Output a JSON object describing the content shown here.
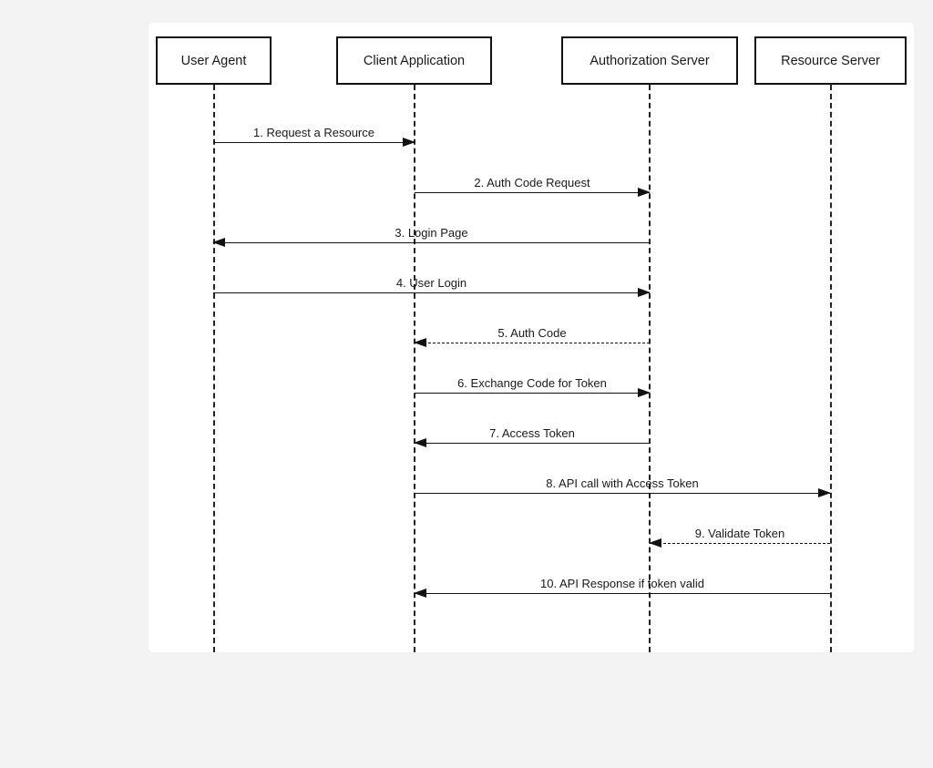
{
  "diagram": {
    "type": "sequence",
    "actors": [
      {
        "label": "User Agent"
      },
      {
        "label": "Client Application"
      },
      {
        "label": "Authorization Server"
      },
      {
        "label": "Resource Server"
      }
    ],
    "messages": [
      {
        "label": "1. Request a Resource",
        "from": "User Agent",
        "to": "Client Application",
        "line": "solid",
        "direction": "right"
      },
      {
        "label": "2. Auth Code Request",
        "from": "Client Application",
        "to": "Authorization Server",
        "line": "solid",
        "direction": "right"
      },
      {
        "label": "3. Login Page",
        "from": "Authorization Server",
        "to": "User Agent",
        "line": "solid",
        "direction": "left"
      },
      {
        "label": "4. User Login",
        "from": "User Agent",
        "to": "Authorization Server",
        "line": "solid",
        "direction": "right"
      },
      {
        "label": "5. Auth Code",
        "from": "Authorization Server",
        "to": "Client Application",
        "line": "dashed",
        "direction": "left"
      },
      {
        "label": "6. Exchange Code for Token",
        "from": "Client Application",
        "to": "Authorization Server",
        "line": "solid",
        "direction": "right"
      },
      {
        "label": "7. Access Token",
        "from": "Authorization Server",
        "to": "Client Application",
        "line": "solid",
        "direction": "left"
      },
      {
        "label": "8. API call with Access Token",
        "from": "Client Application",
        "to": "Resource Server",
        "line": "solid",
        "direction": "right"
      },
      {
        "label": "9. Validate Token",
        "from": "Resource Server",
        "to": "Authorization Server",
        "line": "dashed",
        "direction": "left"
      },
      {
        "label": "10. API Response if token valid",
        "from": "Resource Server",
        "to": "Client Application",
        "line": "solid",
        "direction": "left"
      }
    ],
    "colors": {
      "line": "#111111",
      "canvas_background": "#ffffff",
      "page_background": "#f3f3f4"
    }
  }
}
